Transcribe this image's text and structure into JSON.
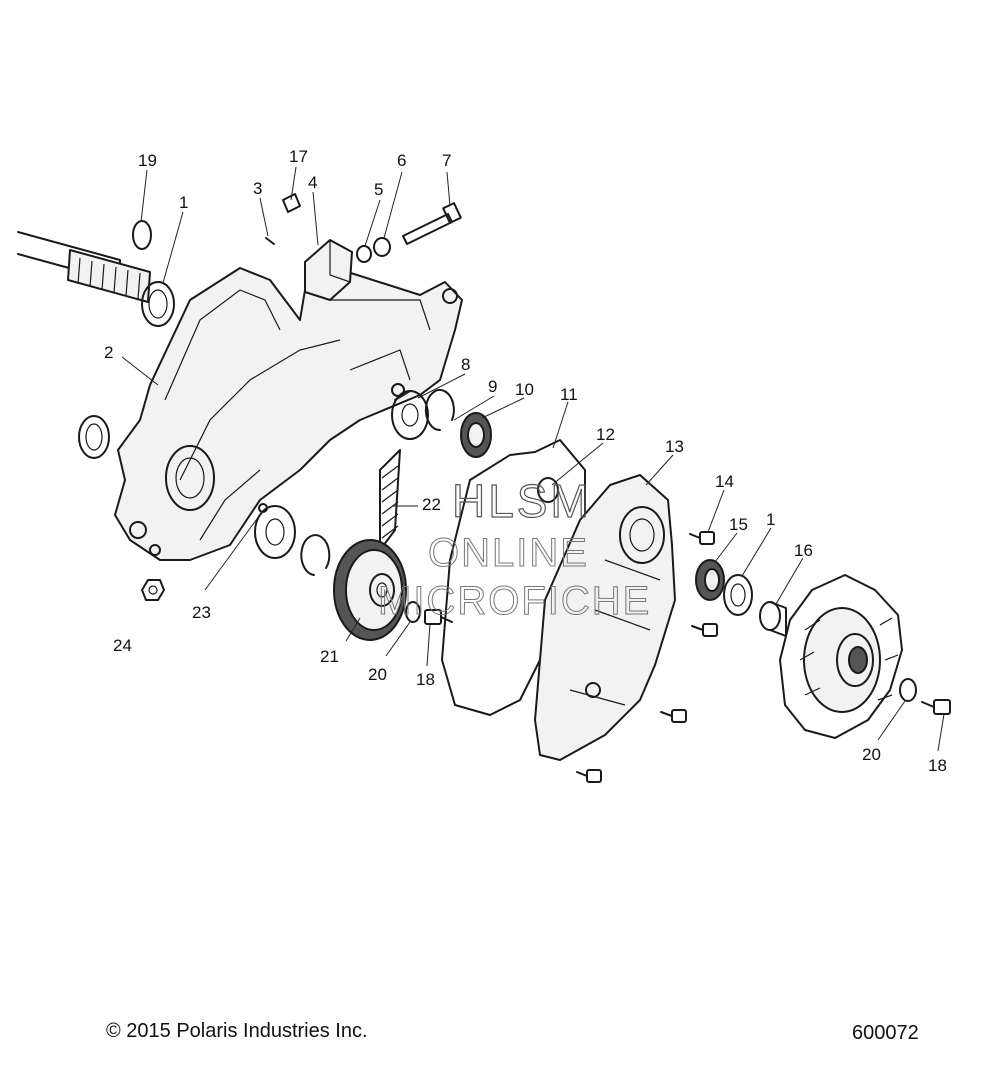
{
  "diagram": {
    "callouts": {
      "c19": "19",
      "c1a": "1",
      "c17": "17",
      "c3": "3",
      "c4": "4",
      "c5": "5",
      "c6": "6",
      "c7": "7",
      "c2": "2",
      "c8": "8",
      "c9": "9",
      "c10": "10",
      "c11": "11",
      "c12": "12",
      "c13": "13",
      "c14": "14",
      "c15": "15",
      "c1b": "1",
      "c16": "16",
      "c22": "22",
      "c23": "23",
      "c24": "24",
      "c21": "21",
      "c20a": "20",
      "c18a": "18",
      "c20b": "20",
      "c18b": "18"
    },
    "watermark": {
      "line1": "HLSM",
      "line2": "ONLINE",
      "line3": "MICROFICHE"
    }
  },
  "footer": {
    "copyright": "© 2015 Polaris Industries Inc.",
    "figure_number": "600072"
  }
}
